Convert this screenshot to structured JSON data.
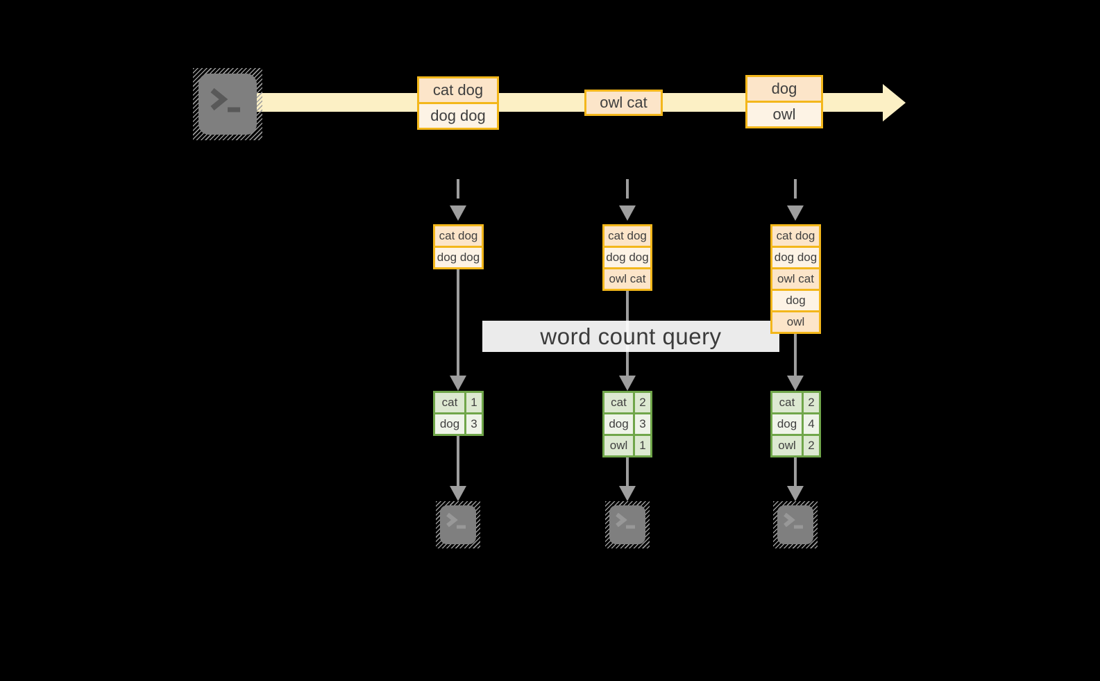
{
  "title": {
    "label": "word count query"
  },
  "stream": {
    "source": {
      "icon": "terminal-icon"
    },
    "batches": [
      {
        "lines": [
          "cat dog",
          "dog dog"
        ]
      },
      {
        "lines": [
          "owl cat"
        ]
      },
      {
        "lines": [
          "dog",
          "owl"
        ]
      }
    ]
  },
  "columns": [
    {
      "input": {
        "lines": [
          "cat dog",
          "dog dog"
        ]
      },
      "result": {
        "rows": [
          {
            "word": "cat",
            "count": "1"
          },
          {
            "word": "dog",
            "count": "3"
          }
        ]
      },
      "sink": {
        "icon": "terminal-icon"
      }
    },
    {
      "input": {
        "lines": [
          "cat dog",
          "dog dog",
          "owl cat"
        ]
      },
      "result": {
        "rows": [
          {
            "word": "cat",
            "count": "2"
          },
          {
            "word": "dog",
            "count": "3"
          },
          {
            "word": "owl",
            "count": "1"
          }
        ]
      },
      "sink": {
        "icon": "terminal-icon"
      }
    },
    {
      "input": {
        "lines": [
          "cat dog",
          "dog dog",
          "owl cat",
          "dog",
          "owl"
        ]
      },
      "result": {
        "rows": [
          {
            "word": "cat",
            "count": "2"
          },
          {
            "word": "dog",
            "count": "4"
          },
          {
            "word": "owl",
            "count": "2"
          }
        ]
      },
      "sink": {
        "icon": "terminal-icon"
      }
    }
  ],
  "colors": {
    "background": "#000000",
    "stream_fill": "#fcf0c5",
    "batch_border": "#f3b71b",
    "batch_row_dark": "#fce5c9",
    "batch_row_light": "#fdf3e5",
    "result_border": "#70a64a",
    "result_row_dark": "#dde9d1",
    "result_row_light": "#eff4e9",
    "arrow_gray": "#9e9e9e",
    "terminal_gray": "#7f7f7f",
    "label_background": "#ffffff",
    "text": "#3f3f3f"
  }
}
